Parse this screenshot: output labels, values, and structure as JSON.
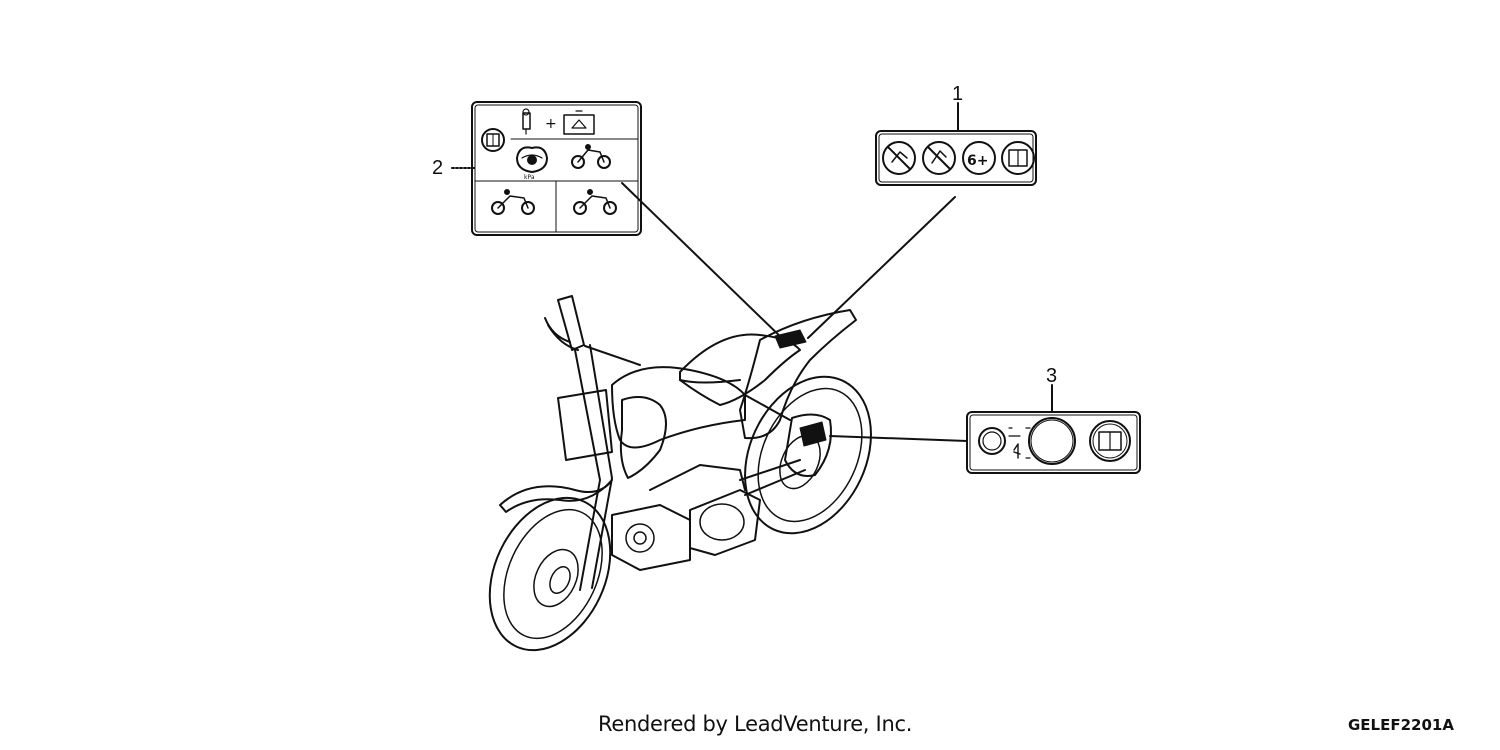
{
  "callouts": {
    "part_1": "1",
    "part_2": "2",
    "part_3": "3"
  },
  "footer": {
    "credit": "Rendered by LeadVenture, Inc.",
    "diagram_code": "GELEF2201A"
  },
  "icons": {
    "label_1": [
      "no-passenger-icon",
      "no-road-icon",
      "age-limit-icon",
      "owners-manual-icon"
    ],
    "label_2": [
      "owners-manual-icon",
      "fuel-pump-icon",
      "toolbox-icon",
      "tire-pressure-icon",
      "motorcycle-icon",
      "motorcycle-icon",
      "motorcycle-icon"
    ],
    "label_3": [
      "choke-knob-icon",
      "choke-dial-icon",
      "owners-manual-icon"
    ]
  }
}
